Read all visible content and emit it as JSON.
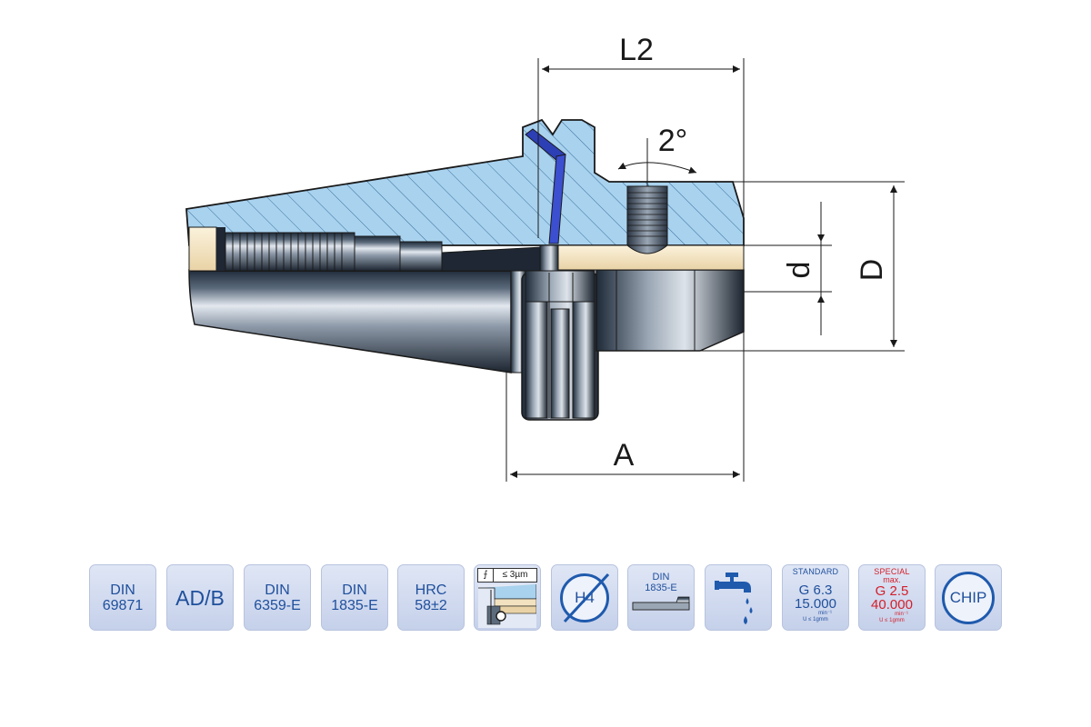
{
  "dimensions": {
    "l2": "L2",
    "angle": "2°",
    "d": "d",
    "D": "D",
    "A": "A"
  },
  "badges": [
    {
      "id": "din-69871",
      "lines": [
        "DIN",
        "69871"
      ]
    },
    {
      "id": "ad-b",
      "lines": [
        "AD/B"
      ]
    },
    {
      "id": "din-6359e",
      "lines": [
        "DIN",
        "6359-E"
      ]
    },
    {
      "id": "din-1835e",
      "lines": [
        "DIN",
        "1835-E"
      ]
    },
    {
      "id": "hrc",
      "lines": [
        "HRC",
        "58±2"
      ]
    },
    {
      "id": "runout",
      "symbol": "⨍",
      "tolerance": "≤ 3µm"
    },
    {
      "id": "h4",
      "lines": [
        "H4"
      ]
    },
    {
      "id": "din-1835e-shank",
      "lines": [
        "DIN",
        "1835-E"
      ]
    },
    {
      "id": "coolant",
      "icon": "coolant-tap-icon"
    },
    {
      "id": "standard-balance",
      "header": "STANDARD",
      "grade": "G 6.3",
      "speed": "15.000",
      "unit": "min⁻¹",
      "note": "U ≤ 1gmm"
    },
    {
      "id": "special-balance",
      "header": "SPECIAL",
      "header2": "max.",
      "grade": "G 2.5",
      "speed": "40.000",
      "unit": "min⁻¹",
      "note": "U ≤ 1gmm"
    },
    {
      "id": "chip",
      "lines": [
        "CHIP"
      ]
    }
  ],
  "colors": {
    "section_blue": "#a9d2ee",
    "badge_text": "#1f4f9c",
    "special_red": "#d31f2a",
    "brass": "#f2e2c0"
  }
}
